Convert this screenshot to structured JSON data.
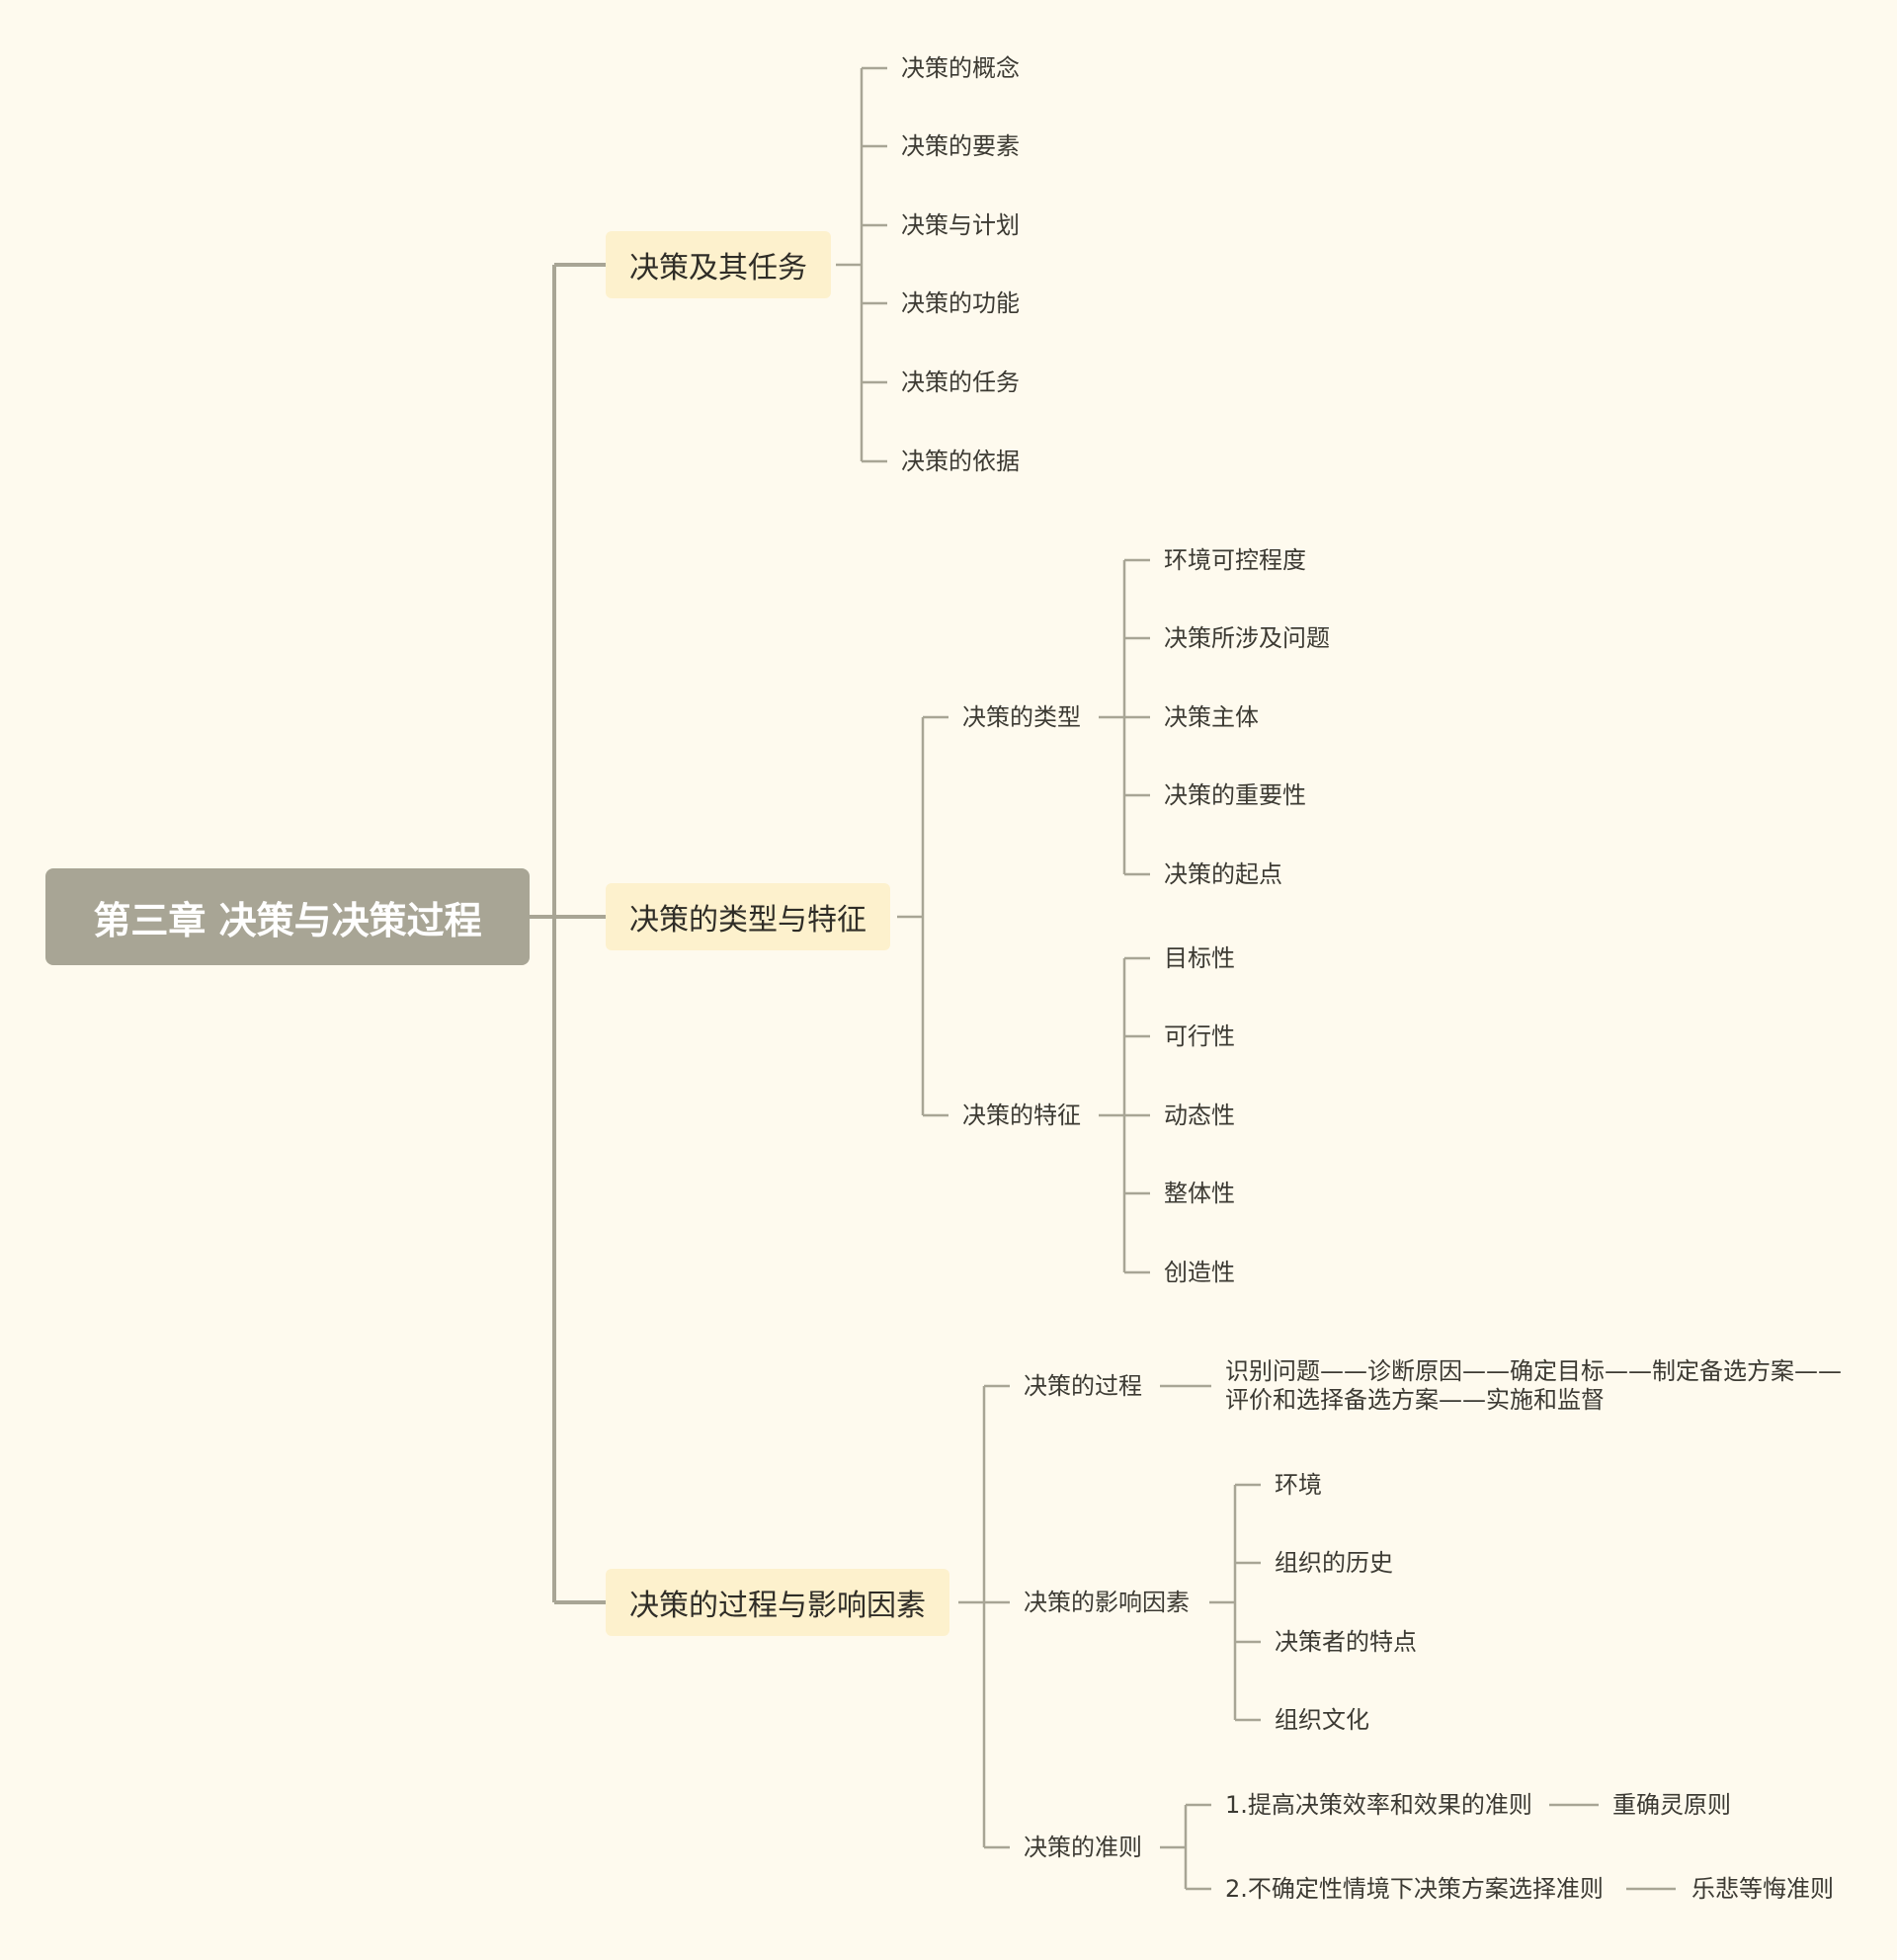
{
  "root": "第三章 决策与决策过程",
  "branches": [
    {
      "label": "决策及其任务",
      "children": [
        "决策的概念",
        "决策的要素",
        "决策与计划",
        "决策的功能",
        "决策的任务",
        "决策的依据"
      ]
    },
    {
      "label": "决策的类型与特征",
      "types": {
        "label": "决策的类型",
        "children": [
          "环境可控程度",
          "决策所涉及问题",
          "决策主体",
          "决策的重要性",
          "决策的起点"
        ]
      },
      "features": {
        "label": "决策的特征",
        "children": [
          "目标性",
          "可行性",
          "动态性",
          "整体性",
          "创造性"
        ]
      }
    },
    {
      "label": "决策的过程与影响因素",
      "process": {
        "label": "决策的过程",
        "detail_line1": "识别问题——诊断原因——确定目标——制定备选方案——",
        "detail_line2": "评价和选择备选方案——实施和监督"
      },
      "factors": {
        "label": "决策的影响因素",
        "children": [
          "环境",
          "组织的历史",
          "决策者的特点",
          "组织文化"
        ]
      },
      "criteria": {
        "label": "决策的准则",
        "items": [
          {
            "label": "1.提高决策效率和效果的准则",
            "child": "重确灵原则"
          },
          {
            "label": "2.不确定性情境下决策方案选择准则",
            "child": "乐悲等悔准则"
          }
        ]
      }
    }
  ],
  "colors": {
    "background": "#fefaee",
    "root_fill": "#a8a595",
    "branch_fill": "#fdf1cd",
    "connector": "#a8a595"
  }
}
